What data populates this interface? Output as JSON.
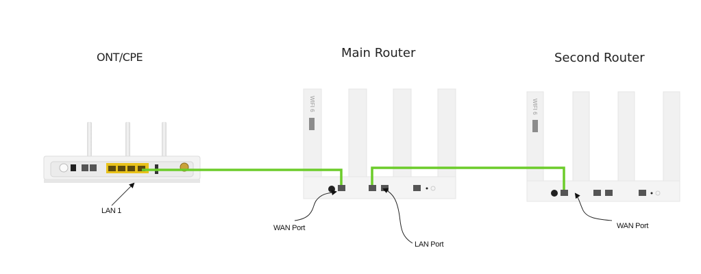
{
  "devices": {
    "ont": {
      "title": "ONT/CPE"
    },
    "main_router": {
      "title": "Main Router"
    },
    "second_router": {
      "title": "Second Router"
    }
  },
  "annotations": {
    "lan1": "LAN 1",
    "main_wan": "WAN Port",
    "main_lan": "LAN Port",
    "second_wan": "WAN Port"
  },
  "router_badge": "WIFI 6",
  "colors": {
    "cable": "#6ccc2a",
    "ont_lan_ports": "#e8c21c",
    "device_body": "#f1f1f1",
    "port": "#555555"
  }
}
